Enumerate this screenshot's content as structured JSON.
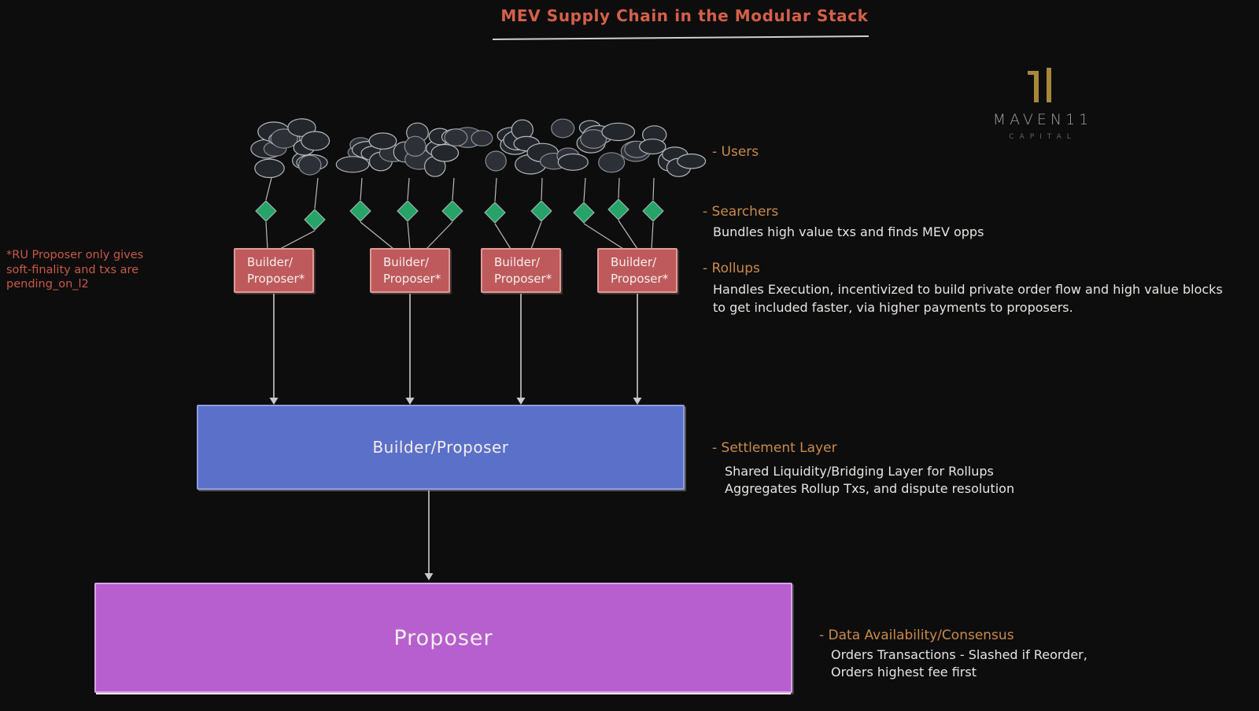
{
  "title": "MEV Supply Chain in the Modular Stack",
  "logo": {
    "wordmark": "MAVEN11",
    "tagline": "CAPITAL"
  },
  "side_note": "*RU Proposer only gives\nsoft-finality and txs are\npending_on_l2",
  "diagram": {
    "rollup_boxes": [
      {
        "label": "Builder/\nProposer*"
      },
      {
        "label": "Builder/\nProposer*"
      },
      {
        "label": "Builder/\nProposer*"
      },
      {
        "label": "Builder/\nProposer*"
      }
    ],
    "settlement_box": {
      "label": "Builder/Proposer"
    },
    "proposer_box": {
      "label": "Proposer"
    }
  },
  "annotations": {
    "users": {
      "label": "- Users"
    },
    "searchers": {
      "label": "- Searchers",
      "line1": "Bundles high value txs and finds MEV opps"
    },
    "rollups": {
      "label": "- Rollups",
      "line1": "Handles Execution, incentivized to build private order flow and high value blocks",
      "line2": "to get included faster, via higher payments to proposers."
    },
    "settlement": {
      "label": "- Settlement Layer",
      "line1": "Shared Liquidity/Bridging Layer for Rollups",
      "line2": "Aggregates Rollup Txs, and dispute resolution"
    },
    "data_availability": {
      "label": "- Data Availability/Consensus",
      "line1": "Orders Transactions - Slashed if Reorder,",
      "line2": "Orders highest fee first"
    }
  },
  "colors": {
    "background": "#0d0d0d",
    "title_color": "#d4604a",
    "annotation_color": "#c98a4d",
    "note_color": "#c85948",
    "text_color": "#e6e4e1",
    "rollup_fill": "#bf5a5c",
    "rollup_border": "#dd9a98",
    "diamond_fill": "#27a268",
    "settlement_fill": "#5b70c9",
    "settlement_border": "#8e9ee2",
    "proposer_fill": "#b75fcf",
    "proposer_border": "#d9a4e8",
    "arrow_color": "#c9c9c9",
    "gold": "#a8873d"
  }
}
